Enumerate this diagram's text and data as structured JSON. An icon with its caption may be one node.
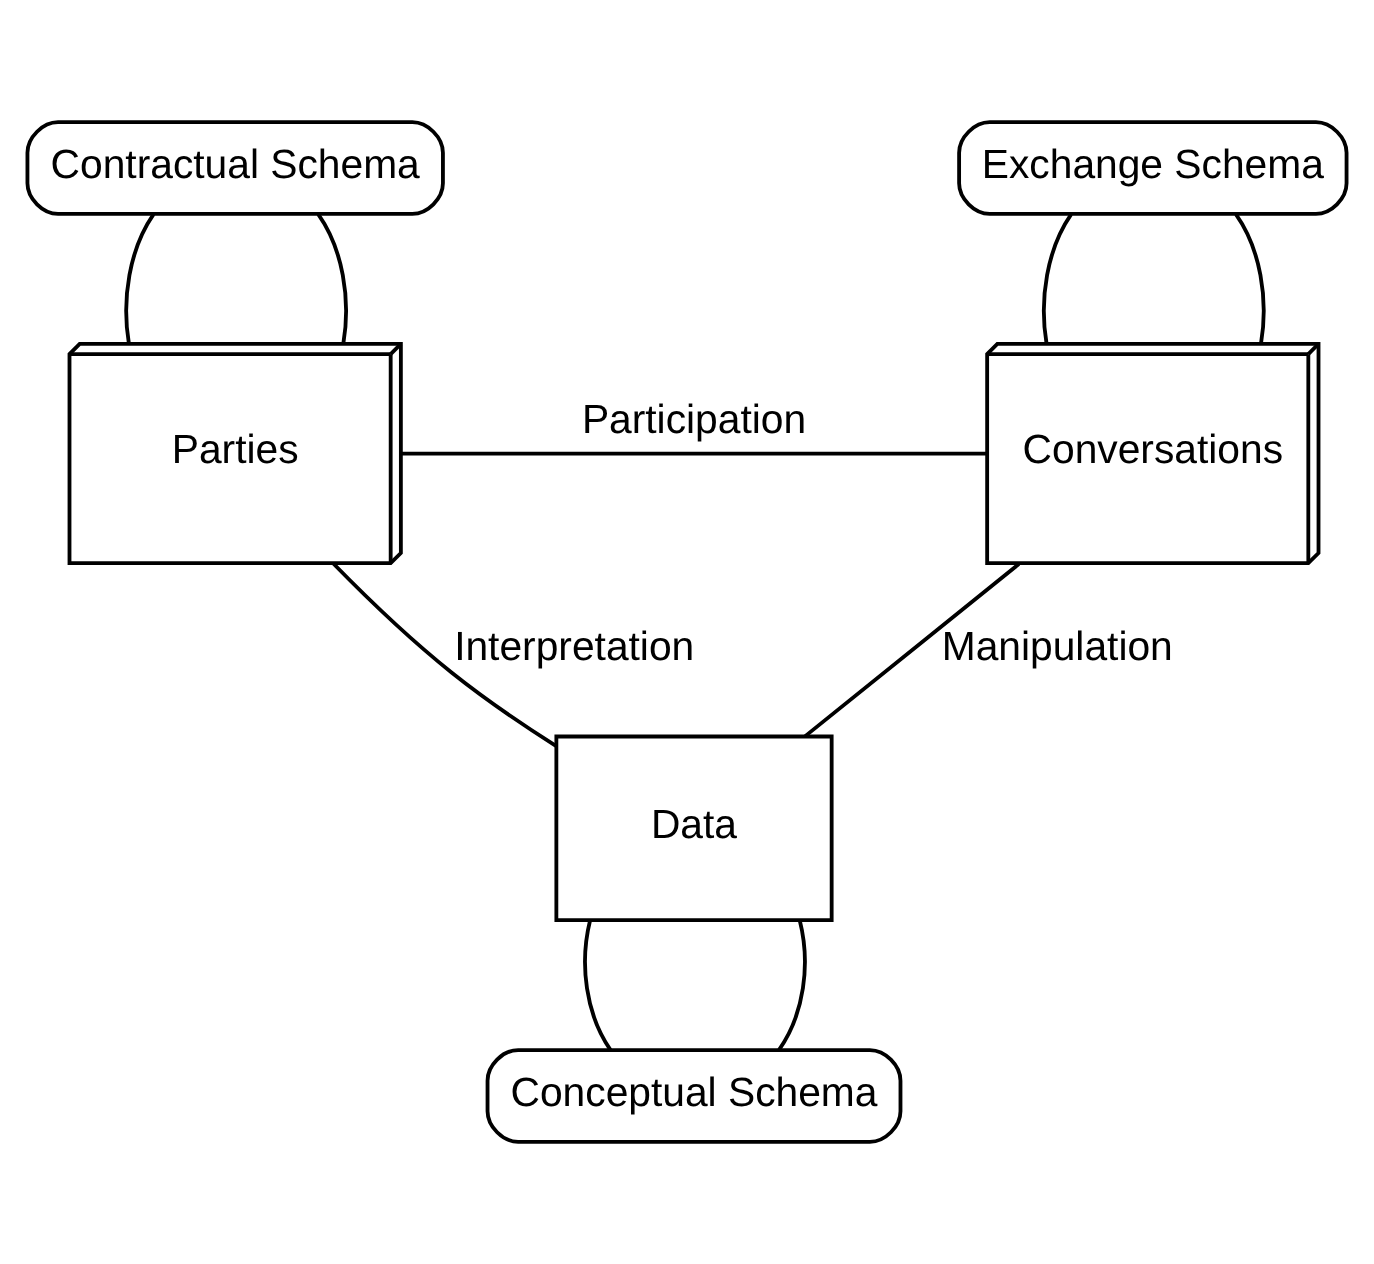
{
  "diagram": {
    "nodes": [
      {
        "text": [
          "Contractual Schema"
        ]
      },
      {
        "text": [
          "Exchange Schema"
        ]
      },
      {
        "text": [
          "Parties"
        ]
      },
      {
        "text": [
          "Conversations"
        ]
      },
      {
        "text": [
          "Data"
        ]
      },
      {
        "text": [
          "Conceptual Schema"
        ]
      }
    ],
    "edges": [
      {
        "from": 0,
        "to": 2,
        "arrow": "none"
      },
      {
        "from": 0,
        "to": 2,
        "arrow": "none"
      },
      {
        "from": 1,
        "to": 3,
        "arrow": "none"
      },
      {
        "from": 1,
        "to": 3,
        "arrow": "none"
      },
      {
        "from": 2,
        "to": 3,
        "arrow": "none",
        "label": "Participation"
      },
      {
        "from": 2,
        "to": 4,
        "arrow": "none",
        "label": "Interpretation"
      },
      {
        "from": 3,
        "to": 4,
        "arrow": "none",
        "label": "Manipulation"
      },
      {
        "from": 4,
        "to": 5,
        "arrow": "none"
      },
      {
        "from": 4,
        "to": 5,
        "arrow": "none"
      }
    ]
  }
}
